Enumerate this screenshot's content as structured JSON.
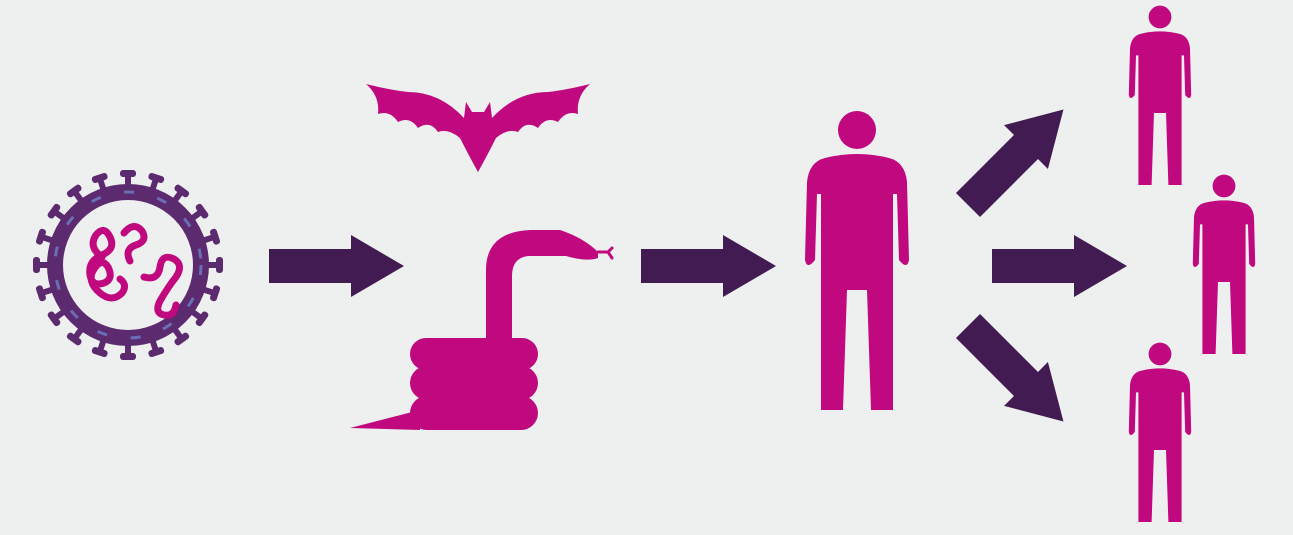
{
  "diagram": {
    "background": "#eeefef",
    "colors": {
      "magenta": "#c0087f",
      "arrow": "#421b52",
      "virus_purple": "#5c2a6e",
      "virus_blue": "#6a6fb5"
    },
    "nodes": [
      {
        "id": "virus",
        "icon": "virus-icon"
      },
      {
        "id": "bat",
        "icon": "bat-icon"
      },
      {
        "id": "snake",
        "icon": "snake-icon"
      },
      {
        "id": "human-center",
        "icon": "person-icon"
      },
      {
        "id": "human-top",
        "icon": "person-icon"
      },
      {
        "id": "human-middle",
        "icon": "person-icon"
      },
      {
        "id": "human-bottom",
        "icon": "person-icon"
      }
    ],
    "edges": [
      {
        "from": "virus",
        "to": "animals",
        "direction": "right"
      },
      {
        "from": "animals",
        "to": "human-center",
        "direction": "right"
      },
      {
        "from": "human-center",
        "to": "human-top",
        "direction": "up-right"
      },
      {
        "from": "human-center",
        "to": "human-middle",
        "direction": "right"
      },
      {
        "from": "human-center",
        "to": "human-bottom",
        "direction": "down-right"
      }
    ]
  }
}
